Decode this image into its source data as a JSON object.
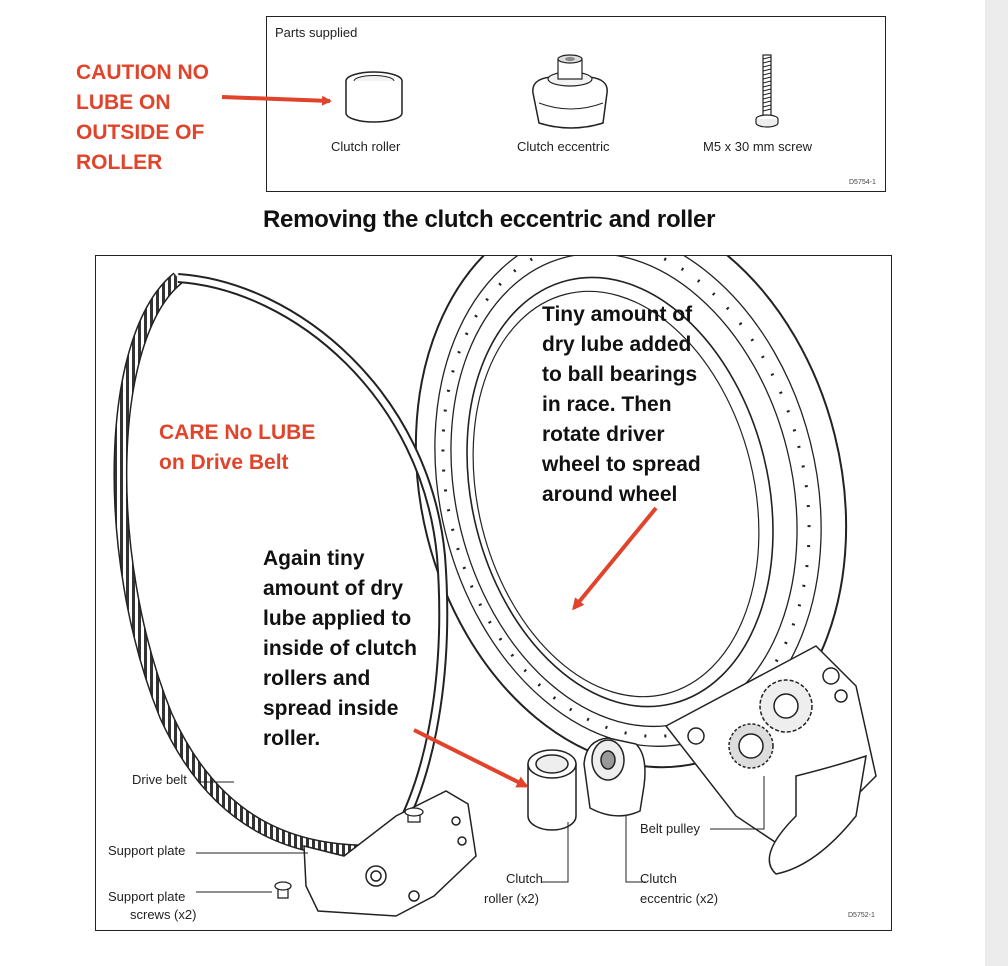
{
  "parts_panel": {
    "title": "Parts supplied",
    "items": [
      {
        "label": "Clutch roller",
        "icon": "clutch-roller-icon"
      },
      {
        "label": "Clutch eccentric",
        "icon": "clutch-eccentric-icon"
      },
      {
        "label": "M5 x 30 mm screw",
        "icon": "screw-icon"
      }
    ],
    "ref_code": "D5754-1"
  },
  "caution_note": "CAUTION NO\nLUBE ON\nOUTSIDE OF\nROLLER",
  "heading": "Removing the clutch eccentric and roller",
  "diagram": {
    "care_note": "CARE No LUBE\non Drive Belt",
    "bearing_note": "Tiny amount of\ndry lube added\nto ball bearings\nin race. Then\nrotate driver\nwheel to spread\naround wheel",
    "roller_note": "Again tiny\namount of dry\nlube applied to\ninside of clutch\nrollers and\nspread inside\nroller.",
    "labels": {
      "drive_belt": "Drive belt",
      "support_plate": "Support plate",
      "support_plate_screws_1": "Support plate",
      "support_plate_screws_2": "screws (x2)",
      "clutch_roller_1": "Clutch",
      "clutch_roller_2": "roller (x2)",
      "clutch_eccentric_1": "Clutch",
      "clutch_eccentric_2": "eccentric (x2)",
      "belt_pulley": "Belt pulley"
    },
    "ref_code": "D5752-1"
  },
  "colors": {
    "annotation_red": "#e0442b",
    "arrow_red": "#e0442b",
    "line": "#222222"
  }
}
